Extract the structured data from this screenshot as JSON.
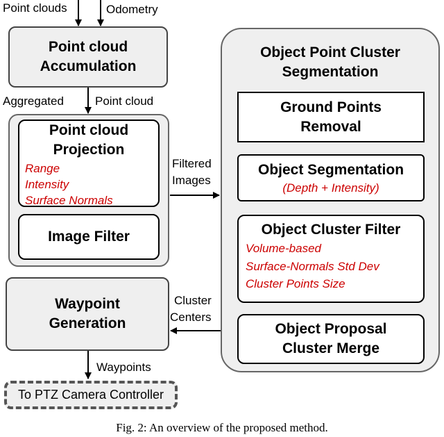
{
  "inputs": {
    "point_clouds": "Point clouds",
    "odometry": "Odometry"
  },
  "accumulation": {
    "title_line1": "Point cloud",
    "title_line2": "Accumulation"
  },
  "aggregated": {
    "left": "Aggregated",
    "right": "Point cloud"
  },
  "projection": {
    "title_line1": "Point cloud",
    "title_line2": "Projection",
    "items": [
      "Range",
      "Intensity",
      "Surface Normals"
    ]
  },
  "image_filter": {
    "title": "Image Filter"
  },
  "filtered_images": {
    "line1": "Filtered",
    "line2": "Images"
  },
  "segmentation": {
    "title_line1": "Object Point Cluster",
    "title_line2": "Segmentation",
    "ground": {
      "line1": "Ground Points",
      "line2": "Removal"
    },
    "object_seg": {
      "title": "Object Segmentation",
      "sub": "(Depth + Intensity)"
    },
    "cluster_filter": {
      "title": "Object Cluster Filter",
      "items": [
        "Volume-based",
        "Surface-Normals Std Dev",
        "Cluster Points Size"
      ]
    },
    "proposal_merge": {
      "line1": "Object Proposal",
      "line2": "Cluster Merge"
    }
  },
  "cluster_centers": {
    "line1": "Cluster",
    "line2": "Centers"
  },
  "waypoint": {
    "title_line1": "Waypoint",
    "title_line2": "Generation"
  },
  "waypoints_label": "Waypoints",
  "ptz": {
    "label": "To PTZ Camera Controller"
  },
  "caption": "Fig. 2: An overview of the proposed method."
}
